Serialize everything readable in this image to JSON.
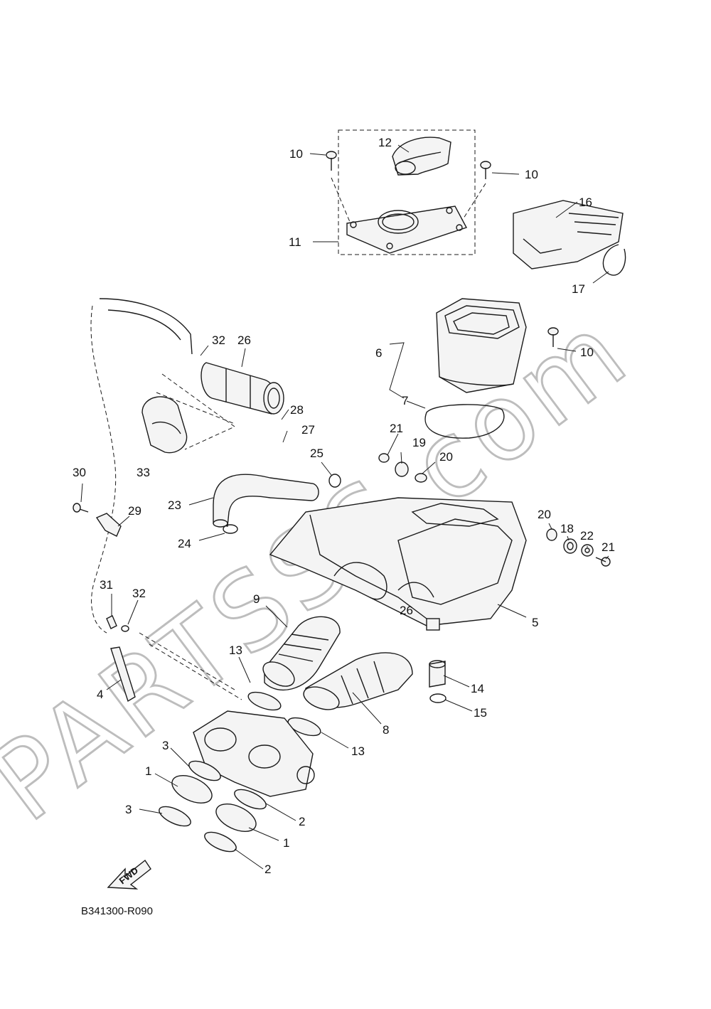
{
  "diagram": {
    "reference_code": "B341300-R090",
    "fwd_label": "FWD",
    "watermark": "PARTSSS.com",
    "callouts": [
      {
        "id": "c10a",
        "label": "10"
      },
      {
        "id": "c12",
        "label": "12"
      },
      {
        "id": "c10b",
        "label": "10"
      },
      {
        "id": "c16",
        "label": "16"
      },
      {
        "id": "c11",
        "label": "11"
      },
      {
        "id": "c17",
        "label": "17"
      },
      {
        "id": "c32a",
        "label": "32"
      },
      {
        "id": "c26a",
        "label": "26"
      },
      {
        "id": "c10c",
        "label": "10"
      },
      {
        "id": "c6",
        "label": "6"
      },
      {
        "id": "c7",
        "label": "7"
      },
      {
        "id": "c28",
        "label": "28"
      },
      {
        "id": "c27",
        "label": "27"
      },
      {
        "id": "c21a",
        "label": "21"
      },
      {
        "id": "c19",
        "label": "19"
      },
      {
        "id": "c25",
        "label": "25"
      },
      {
        "id": "c20a",
        "label": "20"
      },
      {
        "id": "c33",
        "label": "33"
      },
      {
        "id": "c30",
        "label": "30"
      },
      {
        "id": "c29",
        "label": "29"
      },
      {
        "id": "c23",
        "label": "23"
      },
      {
        "id": "c20b",
        "label": "20"
      },
      {
        "id": "c18",
        "label": "18"
      },
      {
        "id": "c22",
        "label": "22"
      },
      {
        "id": "c21b",
        "label": "21"
      },
      {
        "id": "c24",
        "label": "24"
      },
      {
        "id": "c26b",
        "label": "26"
      },
      {
        "id": "c31",
        "label": "31"
      },
      {
        "id": "c32b",
        "label": "32"
      },
      {
        "id": "c9",
        "label": "9"
      },
      {
        "id": "c5",
        "label": "5"
      },
      {
        "id": "c13a",
        "label": "13"
      },
      {
        "id": "c14",
        "label": "14"
      },
      {
        "id": "c4",
        "label": "4"
      },
      {
        "id": "c15",
        "label": "15"
      },
      {
        "id": "c8",
        "label": "8"
      },
      {
        "id": "c13b",
        "label": "13"
      },
      {
        "id": "c3a",
        "label": "3"
      },
      {
        "id": "c1a",
        "label": "1"
      },
      {
        "id": "c3b",
        "label": "3"
      },
      {
        "id": "c2a",
        "label": "2"
      },
      {
        "id": "c1b",
        "label": "1"
      },
      {
        "id": "c2b",
        "label": "2"
      }
    ]
  }
}
